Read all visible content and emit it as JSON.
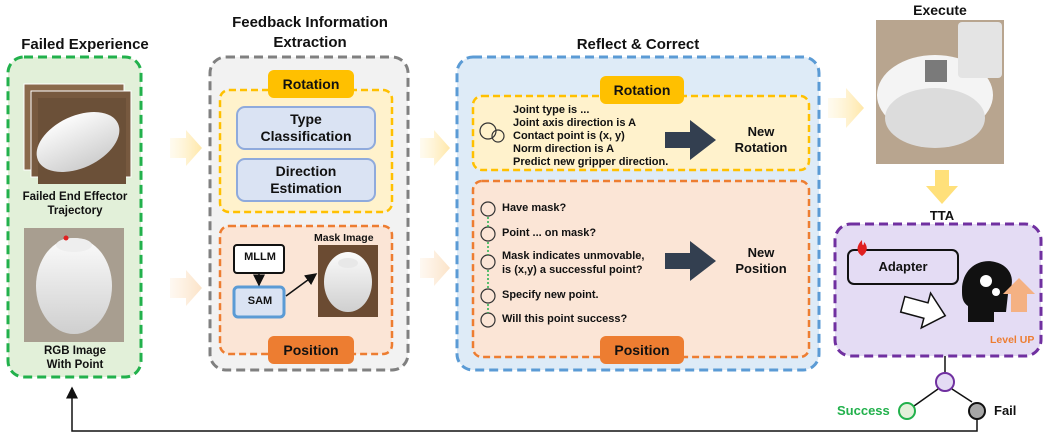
{
  "columns": {
    "failed_experience": {
      "title": "Failed Experience",
      "trajectory_caption": [
        "Failed End Effector",
        "Trajectory"
      ],
      "rgb_caption": [
        "RGB Image",
        "With Point"
      ]
    },
    "feedback": {
      "title_line1": "Feedback Information",
      "title_line2": "Extraction",
      "rotation_label": "Rotation",
      "type_box": [
        "Type",
        "Classification"
      ],
      "direction_box": [
        "Direction",
        "Estimation"
      ],
      "mllm_label": "MLLM",
      "sam_label": "SAM",
      "mask_caption": "Mask Image",
      "position_label": "Position"
    },
    "reflect": {
      "title": "Reflect & Correct",
      "rotation_label": "Rotation",
      "rotation_prompts": [
        "Joint type is ...",
        "Joint axis direction is A",
        "Contact point is (x, y)",
        "Norm direction is A",
        "Predict new gripper direction."
      ],
      "new_rotation": [
        "New",
        "Rotation"
      ],
      "position_prompts": [
        "Have mask?",
        "Point ... on mask?",
        "Mask indicates unmovable,",
        "is (x,y) a successful point?",
        "Specify new point.",
        "Will this point success?"
      ],
      "new_position": [
        "New",
        "Position"
      ],
      "position_label": "Position"
    },
    "execute": {
      "title": "Execute",
      "tta_title": "TTA",
      "adapter_label": "Adapter",
      "level_up": "Level UP",
      "success_label": "Success",
      "fail_label": "Fail"
    }
  },
  "colors": {
    "green": "#22b14c",
    "gray": "#808080",
    "blue": "#5b9bd5",
    "yellow": "#ffc000",
    "orange": "#ed7d31",
    "purple": "#7030a0",
    "dark_arrow": "#333f50"
  }
}
